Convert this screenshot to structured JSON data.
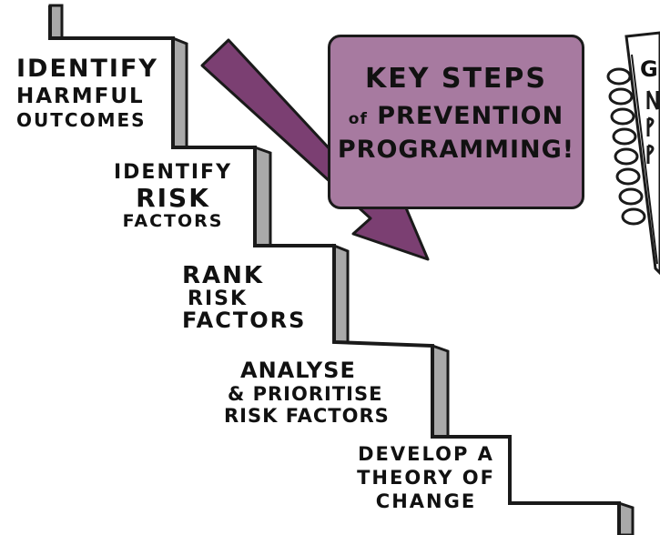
{
  "title": {
    "line1": "KEY STEPS",
    "line2_prefix": "OF",
    "line2_main": "PREVENTION",
    "line3": "PROGRAMMING!"
  },
  "steps": [
    {
      "lines": [
        "IDENTIFY",
        "HARMFUL",
        "OUTCOMES"
      ]
    },
    {
      "lines": [
        "IDENTIFY",
        "RISK",
        "FACTORS"
      ]
    },
    {
      "lines": [
        "RANK",
        "RISK",
        "FACTORS"
      ]
    },
    {
      "lines": [
        "ANALYSE",
        "& PRIORITISE",
        "RISK FACTORS"
      ]
    },
    {
      "lines": [
        "DEVELOP A",
        "THEORY OF",
        "CHANGE"
      ]
    }
  ],
  "notebook": {
    "partial_text": "G"
  },
  "colors": {
    "arrow": "#7b3f72",
    "title_box": "#a77aa0",
    "stair_riser": "#a9a9a9",
    "outline": "#1a1a1a"
  }
}
